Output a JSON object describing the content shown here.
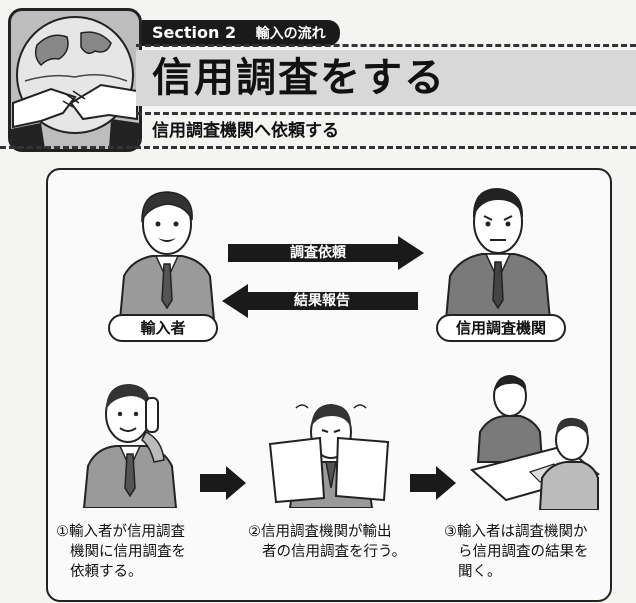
{
  "header": {
    "section_number": "Section 2",
    "section_subtitle": "輸入の流れ",
    "title": "信用調査をする",
    "subtitle": "信用調査機関へ依頼する"
  },
  "diagram": {
    "arrow_request": "調査依頼",
    "arrow_report": "結果報告",
    "importer_label": "輸入者",
    "agency_label": "信用調査機関"
  },
  "steps": [
    {
      "line1": "①輸入者が信用調査",
      "line2": "機関に信用調査を",
      "line3": "依頼する。"
    },
    {
      "line1": "②信用調査機関が輸出",
      "line2": "者の信用調査を行う。",
      "line3": ""
    },
    {
      "line1": "③輸入者は調査機関か",
      "line2": "ら信用調査の結果を",
      "line3": "聞く。"
    }
  ]
}
